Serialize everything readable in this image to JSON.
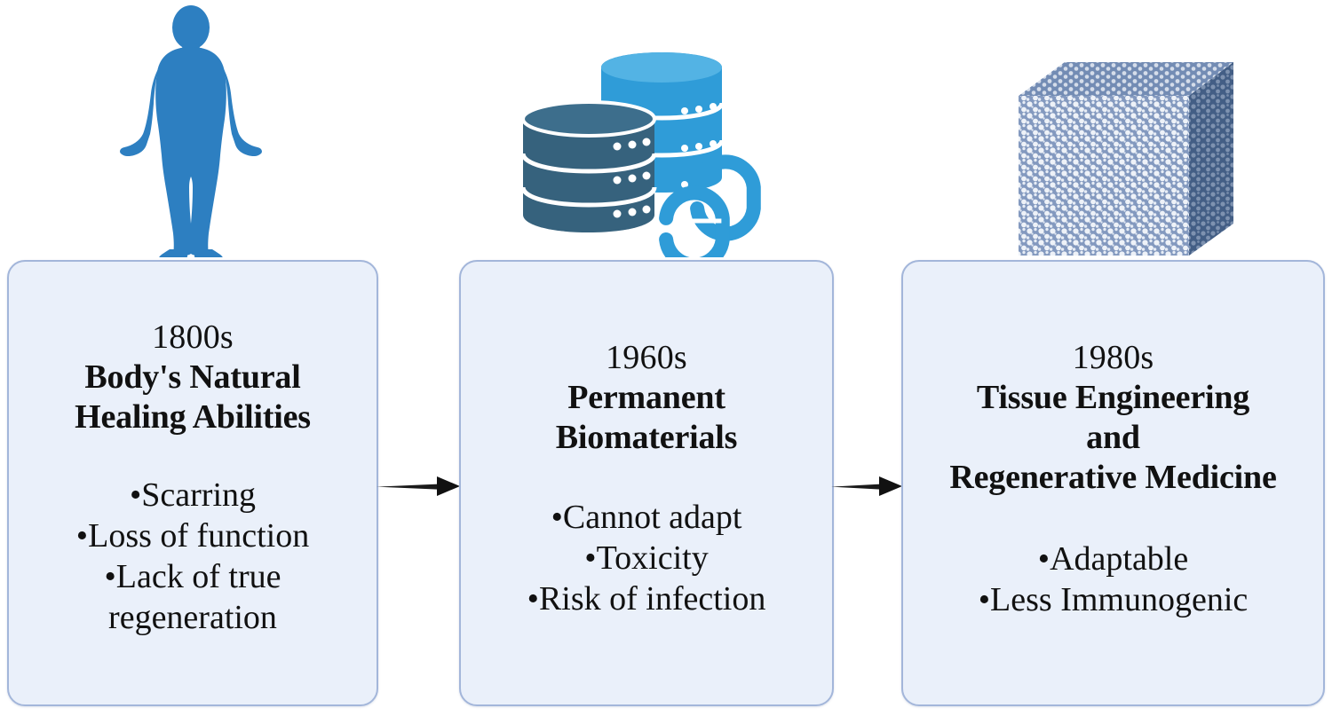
{
  "diagram": {
    "title": "Evolution of biomaterials and regenerative medicine timeline",
    "background_color": "#ffffff",
    "box_fill_color": "#eaf0fa",
    "box_border_color": "#a3b6da",
    "text_color": "#111111"
  },
  "icons": [
    {
      "name": "human-body-icon",
      "label": "Human body silhouette",
      "color": "#2d7fc1"
    },
    {
      "name": "database-link-icon",
      "label": "Stacked databases with chain link",
      "color_front": "#36627d",
      "color_back": "#2f9cd8",
      "color_link": "#2f9cd8"
    },
    {
      "name": "porous-scaffold-cube-icon",
      "label": "Porous scaffold cube",
      "color_face": "#8098bd",
      "color_side": "#4f6party"
    }
  ],
  "stages": [
    {
      "era": "1800s",
      "title_lines": [
        "Body's Natural",
        "Healing Abilities"
      ],
      "bullets": [
        "Scarring",
        "Loss of function",
        "Lack of true",
        "regeneration"
      ],
      "bullet_leading": [
        true,
        true,
        true,
        false
      ],
      "icon": "human-body-icon"
    },
    {
      "era": "1960s",
      "title_lines": [
        "Permanent",
        "Biomaterials"
      ],
      "bullets": [
        "Cannot adapt",
        "Toxicity",
        "Risk of infection"
      ],
      "bullet_leading": [
        true,
        true,
        true
      ],
      "icon": "database-link-icon"
    },
    {
      "era": "1980s",
      "title_lines": [
        "Tissue Engineering",
        "and",
        "Regenerative Medicine"
      ],
      "bullets": [
        "Adaptable",
        "Less Immunogenic"
      ],
      "bullet_leading": [
        true,
        true
      ],
      "icon": "porous-scaffold-cube-icon"
    }
  ],
  "arrows": [
    {
      "name": "arrow-stage1-to-stage2",
      "direction": "right",
      "color": "#1a1a1a"
    },
    {
      "name": "arrow-stage2-to-stage3",
      "direction": "right",
      "color": "#1a1a1a"
    }
  ],
  "bullet_glyph": "•"
}
